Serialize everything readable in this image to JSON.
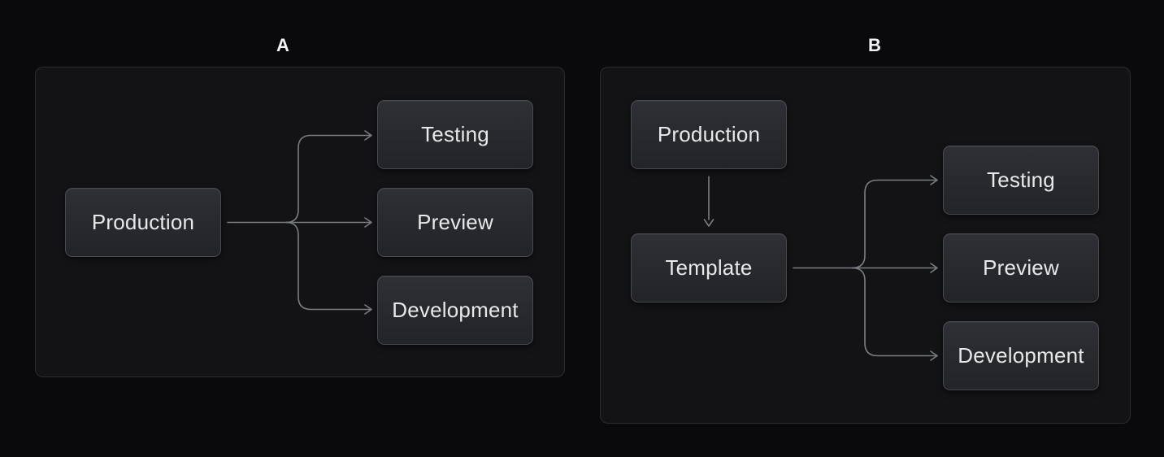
{
  "colors": {
    "page_bg": "#0a0a0c",
    "panel_bg": "#131316",
    "panel_border": "#2a2c30",
    "node_fill_top": "#2e3035",
    "node_fill_bottom": "#222428",
    "node_border": "#46494e",
    "node_text": "#e7e8ea",
    "edge": "#7a7d82",
    "label_text": "#f2f3f4"
  },
  "figures": [
    {
      "label": "A",
      "nodes": [
        {
          "id": "production",
          "label": "Production"
        },
        {
          "id": "testing",
          "label": "Testing"
        },
        {
          "id": "preview",
          "label": "Preview"
        },
        {
          "id": "development",
          "label": "Development"
        }
      ],
      "edges": [
        {
          "from": "production",
          "to": "testing"
        },
        {
          "from": "production",
          "to": "preview"
        },
        {
          "from": "production",
          "to": "development"
        }
      ]
    },
    {
      "label": "B",
      "nodes": [
        {
          "id": "production",
          "label": "Production"
        },
        {
          "id": "template",
          "label": "Template"
        },
        {
          "id": "testing",
          "label": "Testing"
        },
        {
          "id": "preview",
          "label": "Preview"
        },
        {
          "id": "development",
          "label": "Development"
        }
      ],
      "edges": [
        {
          "from": "production",
          "to": "template"
        },
        {
          "from": "template",
          "to": "testing"
        },
        {
          "from": "template",
          "to": "preview"
        },
        {
          "from": "template",
          "to": "development"
        }
      ]
    }
  ]
}
